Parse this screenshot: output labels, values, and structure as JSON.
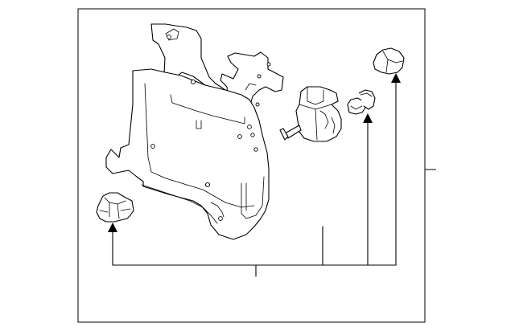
{
  "diagram": {
    "type": "exploded-parts-diagram",
    "colors": {
      "line": "#000000",
      "background": "#ffffff"
    },
    "parts": [
      {
        "name": "mounting-bracket",
        "icon": "bracket-outline"
      },
      {
        "name": "sensor-unit",
        "icon": "sensor-outline"
      },
      {
        "name": "grommet",
        "icon": "grommet-outline"
      },
      {
        "name": "cap",
        "icon": "cap-outline"
      },
      {
        "name": "clip",
        "icon": "clip-outline"
      }
    ],
    "callouts": []
  }
}
